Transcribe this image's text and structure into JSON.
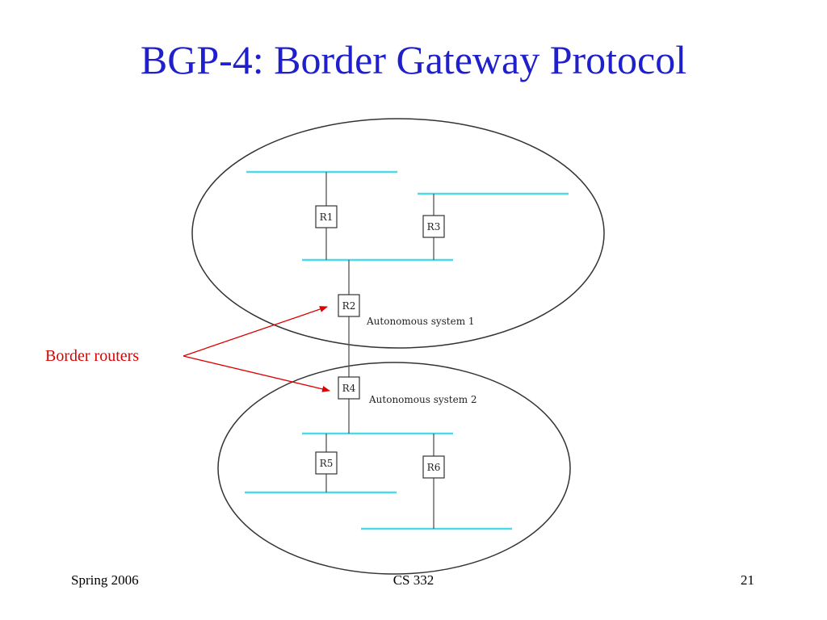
{
  "slide": {
    "title": "BGP-4: Border Gateway Protocol",
    "callout_label": "Border routers",
    "footer_left": "Spring 2006",
    "footer_center": "CS 332",
    "footer_right": "21"
  },
  "diagram": {
    "as1_label": "Autonomous system 1",
    "as2_label": "Autonomous system 2",
    "routers": [
      "R1",
      "R2",
      "R3",
      "R4",
      "R5",
      "R6"
    ]
  },
  "colors": {
    "title": "#1f1fcc",
    "network": "#4dd9e8",
    "callout": "#dd0000",
    "outline": "#333333"
  }
}
